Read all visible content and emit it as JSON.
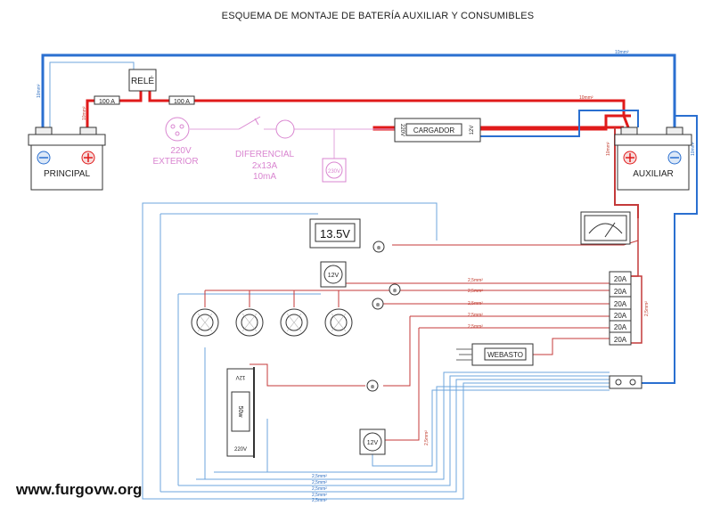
{
  "title": "ESQUEMA DE MONTAJE DE BATERÍA AUXILIAR Y CONSUMIBLES",
  "relay_label": "RELÉ",
  "fuse_label": "100 A",
  "battery_principal": "PRINCIPAL",
  "battery_auxiliar": "AUXILIAR",
  "charger": {
    "label": "CARGADOR",
    "left": "220V",
    "right": "12V"
  },
  "socket_label_line1": "220V",
  "socket_label_line2": "EXTERIOR",
  "breaker_line1": "DIFERENCIAL",
  "breaker_line2": "2x13A",
  "breaker_line3": "10mA",
  "outlet_230": "230V",
  "voltmeter_reading": "13.5V",
  "socket_12v": "12V",
  "fuse_20a": "20A",
  "webasto": "WEBASTO",
  "inverter": {
    "top": "12V",
    "mid": "50w",
    "bottom": "220V"
  },
  "wire_25": "2,5mm²",
  "wire_10": "10mm²",
  "watermark": "www.furgovw.org",
  "colors": {
    "positive": "#e01a1a",
    "negative": "#2a6fd0",
    "ac": "#e3a6dd"
  }
}
